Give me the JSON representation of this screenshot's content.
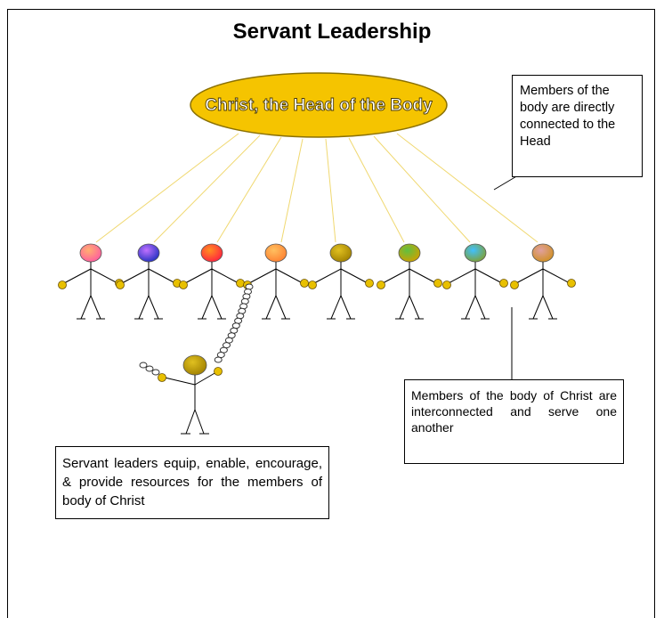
{
  "title": "Servant Leadership",
  "head_label": "Christ, the Head of the Body",
  "callouts": {
    "directly_connected": "Members of the body are directly connected to the Head",
    "interconnected": "Members of the body of Christ are interconnected and serve one another",
    "servant_leaders": "Servant leaders equip, enable, encourage, & provide resources for the members of body of Christ"
  },
  "colors": {
    "head_fill": "#f5c400",
    "connector_line": "#f0d870",
    "hand_fill": "#e8c000"
  },
  "members": [
    {
      "name": "member-1",
      "head_gradient": [
        "#ffb070",
        "#ff5aa0"
      ]
    },
    {
      "name": "member-2",
      "head_gradient": [
        "#c070ff",
        "#2030c0"
      ]
    },
    {
      "name": "member-3",
      "head_gradient": [
        "#ff9020",
        "#ff2040"
      ]
    },
    {
      "name": "member-4",
      "head_gradient": [
        "#ffc060",
        "#ff8030"
      ]
    },
    {
      "name": "member-5",
      "head_gradient": [
        "#e0c020",
        "#a08000"
      ]
    },
    {
      "name": "member-6",
      "head_gradient": [
        "#60c040",
        "#d0a000"
      ]
    },
    {
      "name": "member-7",
      "head_gradient": [
        "#40c0ff",
        "#80a030"
      ]
    },
    {
      "name": "member-8",
      "head_gradient": [
        "#e0a0a0",
        "#d09020"
      ]
    }
  ],
  "leader": {
    "head_gradient": [
      "#e0c020",
      "#a08000"
    ]
  }
}
